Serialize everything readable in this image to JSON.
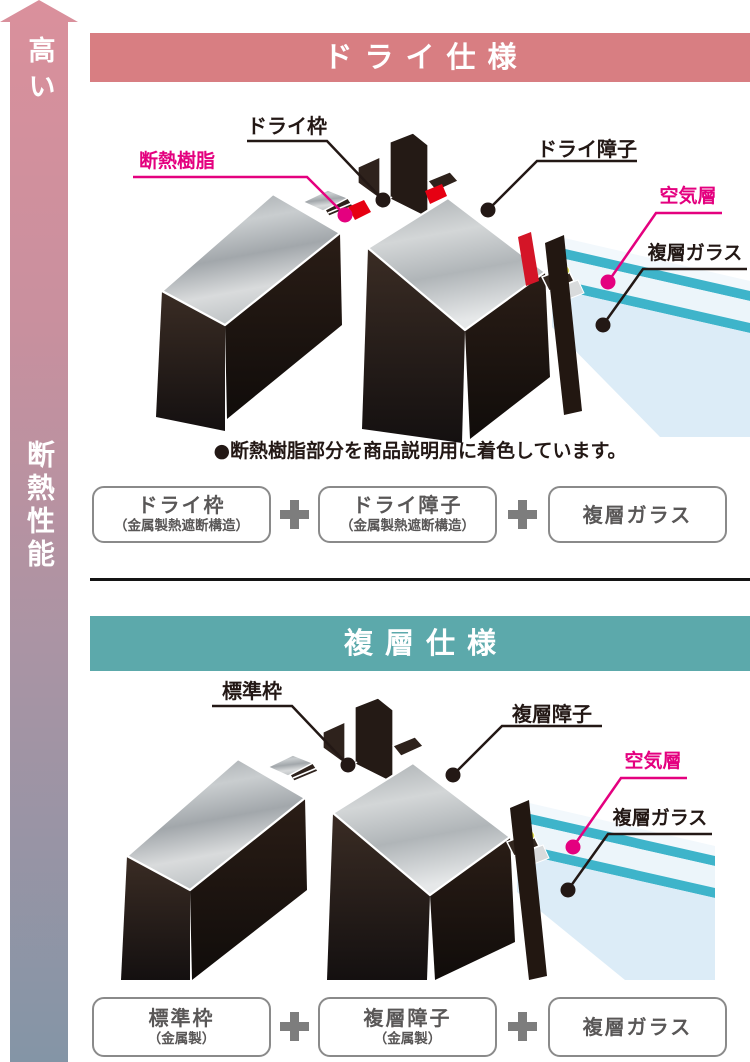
{
  "sidebar": {
    "top_label": "高い",
    "main_label": "断熱性能"
  },
  "dry": {
    "banner": "ドライ仕様",
    "labels": {
      "frame": "ドライ枠",
      "resin": "断熱樹脂",
      "sash": "ドライ障子",
      "air": "空気層",
      "glass": "複層ガラス"
    },
    "note": "●断熱樹脂部分を商品説明用に着色しています。",
    "formula": [
      {
        "title": "ドライ枠",
        "sub": "（金属製熱遮断構造）"
      },
      {
        "title": "ドライ障子",
        "sub": "（金属製熱遮断構造）"
      },
      {
        "title": "複層ガラス",
        "sub": ""
      }
    ]
  },
  "double": {
    "banner": "複層仕様",
    "labels": {
      "frame": "標準枠",
      "sash": "複層障子",
      "air": "空気層",
      "glass": "複層ガラス"
    },
    "formula": [
      {
        "title": "標準枠",
        "sub": "（金属製）"
      },
      {
        "title": "複層障子",
        "sub": "（金属製）"
      },
      {
        "title": "複層ガラス",
        "sub": ""
      }
    ]
  },
  "colors": {
    "banner_dry": "#d87e82",
    "banner_double": "#5ca9ab",
    "arrow_top": "#da909c",
    "arrow_bottom": "#8495a6",
    "accent_magenta": "#e4007f",
    "resin_red": "#e60012",
    "glass_stripe_teal": "#3eb4ca",
    "glass_blue": "#dcecf7",
    "box_border_gray": "#8a8a8a",
    "box_text_gray": "#595757",
    "text_black": "#231815"
  }
}
